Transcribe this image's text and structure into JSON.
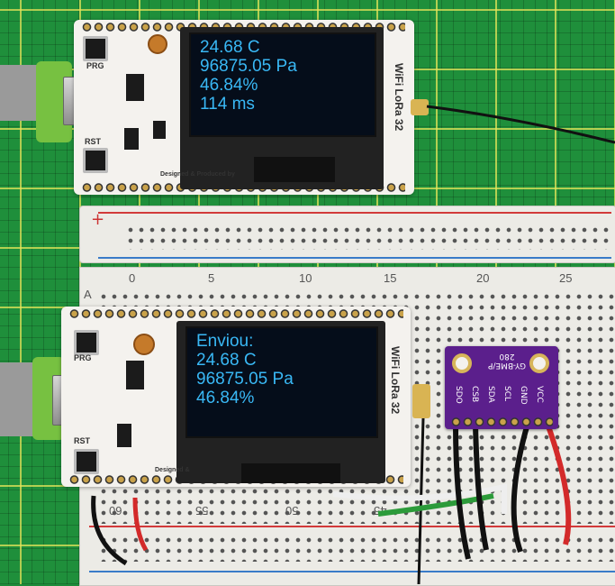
{
  "scene": {
    "board_top": {
      "label": "WiFi LoRa 32",
      "btn_prg": "PRG",
      "btn_rst": "RST",
      "pcb_text": "Designed & Produced by",
      "oled_lines": [
        "24.68 C",
        "96875.05 Pa",
        "46.84%",
        "114 ms"
      ]
    },
    "board_bottom": {
      "label": "WiFi LoRa 32",
      "btn_prg": "PRG",
      "btn_rst": "RST",
      "pcb_text": "Designed &",
      "oled_lines": [
        "Enviou:",
        "24.68 C",
        "96875.05 Pa",
        "46.84%"
      ]
    },
    "breadboard": {
      "row_letter": "A",
      "top_numbers": [
        "0",
        "5",
        "10",
        "15",
        "20",
        "25"
      ],
      "bottom_numbers": [
        "60",
        "55",
        "50",
        "45"
      ],
      "plus_sign": "+"
    },
    "sensor": {
      "title": "GY-BME/P 280",
      "pins": [
        "SDO",
        "CSB",
        "SDA",
        "SCL",
        "GND",
        "VCC"
      ]
    },
    "colors": {
      "mat": "#1f8f3b",
      "oled_text": "#39b8f5",
      "sensor": "#5b1f8c"
    }
  }
}
